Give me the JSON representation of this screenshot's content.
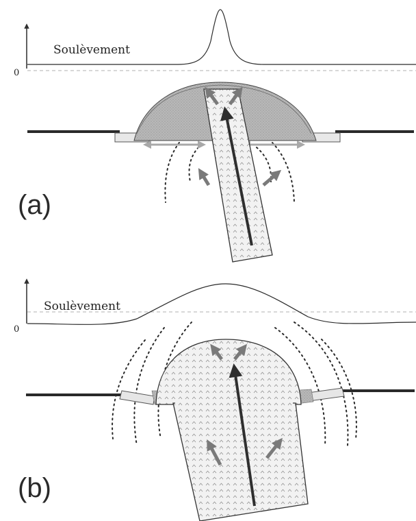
{
  "panels": [
    {
      "id": "a",
      "letter": "(a)",
      "uplift_label": "Soulèvement",
      "zero_label": "0"
    },
    {
      "id": "b",
      "letter": "(b)",
      "uplift_label": "Soulèvement",
      "zero_label": "0"
    }
  ],
  "colors": {
    "ink": "#2a2a2a",
    "shade": "#b9b9b9",
    "arrow": "#7a7a7a",
    "dome_fill": "#efefef",
    "background": "#ffffff"
  }
}
